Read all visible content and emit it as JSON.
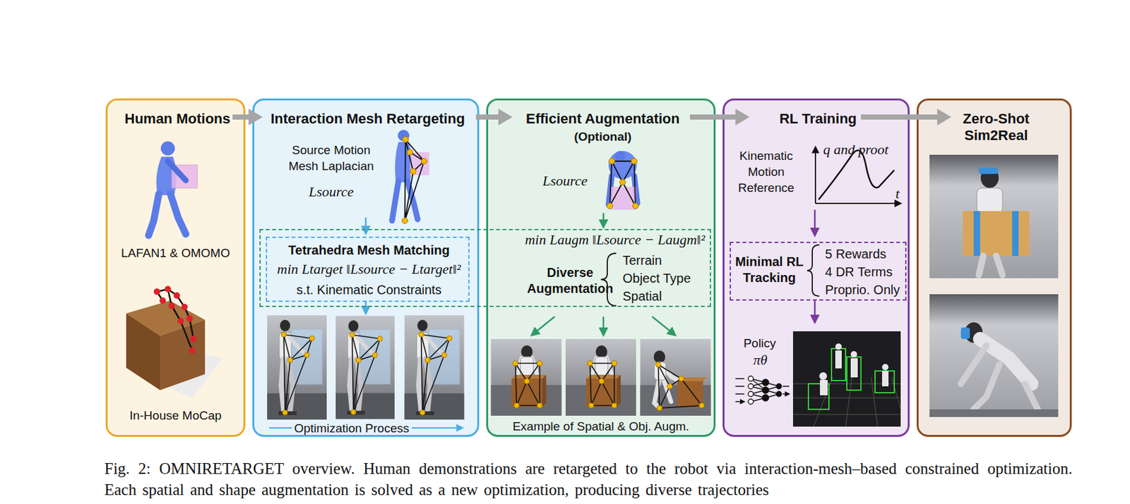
{
  "diagram": {
    "caption": "Fig. 2: OMNIRETARGET overview. Human demonstrations are retargeted to the robot via interaction-mesh–based constrained optimization. Each spatial and shape augmentation is solved as a new optimization, producing diverse trajectories",
    "nodes": [
      {
        "text": [
          "Human Motions"
        ]
      },
      {
        "text": [
          "Interaction Mesh Retargeting"
        ]
      },
      {
        "text": [
          "Efficient Augmentation",
          "(Optional)"
        ]
      },
      {
        "text": [
          "RL Training"
        ]
      },
      {
        "text": [
          "Zero-Shot Sim2Real"
        ]
      },
      {
        "text": [
          "min Laugm ‖Lsource − Laugm‖²",
          "Diverse Augmentation",
          "Terrain",
          "Object Type",
          "Spatial"
        ]
      },
      {
        "text": [
          "Tetrahedra Mesh Matching",
          "min Ltarget ‖Lsource − Ltarget‖²",
          "s.t. Kinematic Constraints"
        ],
        "in": 5
      },
      {
        "text": [
          "Minimal RL Tracking",
          "5 Rewards",
          "4 DR Terms",
          "Proprio. Only"
        ],
        "in": 3
      }
    ],
    "edges": [
      {
        "from": 0,
        "to": 1,
        "arrow": "to"
      },
      {
        "from": 1,
        "to": 2,
        "arrow": "to"
      },
      {
        "from": 2,
        "to": 3,
        "arrow": "to"
      },
      {
        "from": 3,
        "to": 4,
        "arrow": "to"
      }
    ],
    "labels": [
      "LAFAN1 & OMOMO",
      "In-House MoCap",
      "Source Motion Mesh Laplacian",
      "Lsource",
      "Optimization Process",
      "Lsource",
      "Example of Spatial & Obj. Augm.",
      "Kinematic Motion Reference",
      "q and proot",
      "t",
      "Policy",
      "πθ"
    ]
  }
}
